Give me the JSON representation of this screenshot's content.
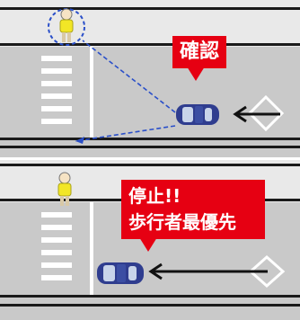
{
  "panels": [
    {
      "callout_lines": [
        "確認"
      ]
    },
    {
      "callout_lines": [
        "停止!!",
        "歩行者最優先"
      ]
    }
  ],
  "colors": {
    "road": "#c9c9c9",
    "sidewalk": "#e9e9e9",
    "lane_line": "#1a1a1a",
    "zebra": "#ffffff",
    "callout": "#e60012",
    "car_body": "#2f3d8f",
    "car_window": "#c8d4ea",
    "pedestrian_shirt": "#f2e626",
    "sight_line": "#2a4fc9"
  },
  "icons": [
    "pedestrian-icon",
    "car-icon",
    "direction-arrow-icon",
    "diamond-marking-icon"
  ]
}
